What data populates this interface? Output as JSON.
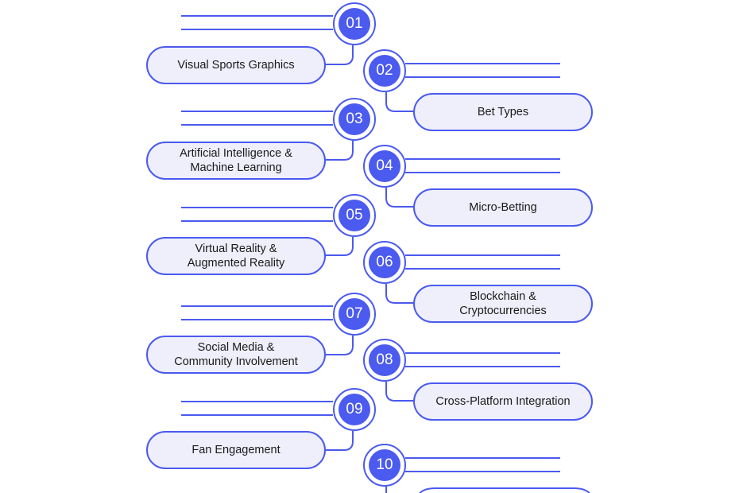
{
  "accent_color": "#4B5AEF",
  "pill_fill": "#EEEFFB",
  "steps": [
    {
      "number": "01",
      "label": "Visual Sports Graphics"
    },
    {
      "number": "02",
      "label": "Bet Types"
    },
    {
      "number": "03",
      "label": "Artificial Intelligence  &\nMachine Learning"
    },
    {
      "number": "04",
      "label": "Micro-Betting"
    },
    {
      "number": "05",
      "label": "Virtual Reality &\nAugmented Reality"
    },
    {
      "number": "06",
      "label": "Blockchain &\nCryptocurrencies"
    },
    {
      "number": "07",
      "label": "Social Media &\nCommunity Involvement"
    },
    {
      "number": "08",
      "label": "Cross-Platform Integration"
    },
    {
      "number": "09",
      "label": "Fan Engagement"
    },
    {
      "number": "10",
      "label": ""
    }
  ]
}
